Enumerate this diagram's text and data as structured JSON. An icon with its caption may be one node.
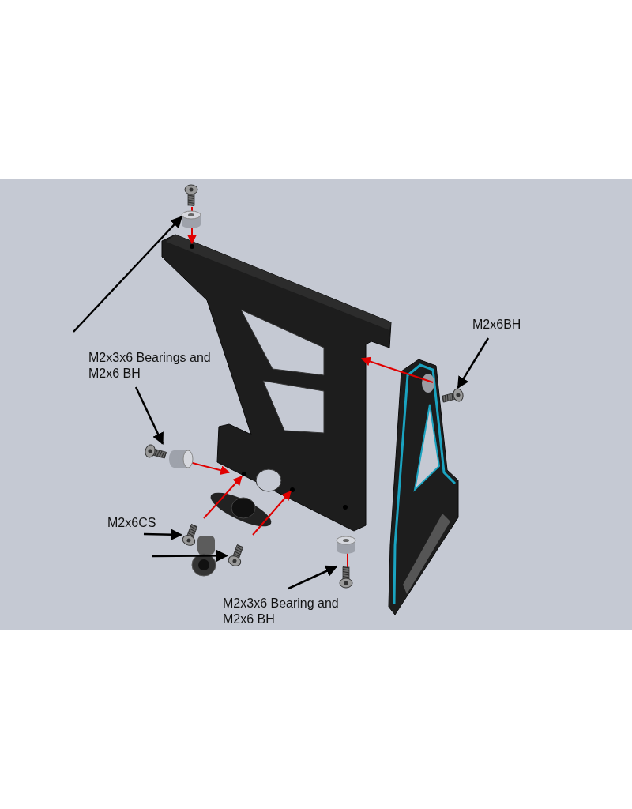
{
  "diagram": {
    "nodes": [
      {
        "text": [
          "M2x3x6 Bearings and M2x6 BH"
        ]
      },
      {
        "text": [
          "M2x6BH"
        ]
      },
      {
        "text": [
          "M2x6CS"
        ]
      },
      {
        "text": [
          "M2x3x6 Bearing and M2x6 BH"
        ]
      },
      {
        "text": [],
        "shape": "picture"
      },
      {
        "text": [],
        "shape": "picture"
      },
      {
        "text": [],
        "shape": "picture"
      },
      {
        "text": [],
        "shape": "picture"
      },
      {
        "text": [],
        "shape": "picture"
      },
      {
        "text": [],
        "shape": "picture"
      }
    ],
    "edges": [
      {
        "from": 0,
        "to": 4,
        "arrow": "to"
      },
      {
        "from": 0,
        "to": 5,
        "arrow": "to"
      },
      {
        "from": 1,
        "to": 6,
        "arrow": "to"
      },
      {
        "from": 2,
        "to": 7,
        "arrow": "to"
      },
      {
        "from": 2,
        "to": 8,
        "arrow": "to"
      },
      {
        "from": 3,
        "to": 9,
        "arrow": "to"
      }
    ]
  }
}
